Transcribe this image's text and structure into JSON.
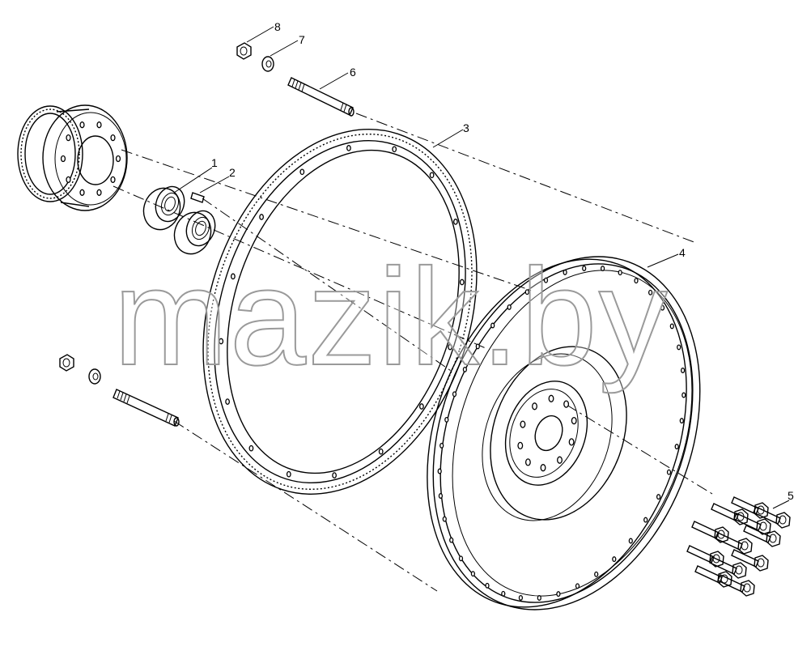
{
  "watermark": "mazik.by",
  "callouts": [
    {
      "id": "1",
      "label": "1"
    },
    {
      "id": "2",
      "label": "2"
    },
    {
      "id": "3",
      "label": "3"
    },
    {
      "id": "4",
      "label": "4"
    },
    {
      "id": "5",
      "label": "5"
    },
    {
      "id": "6",
      "label": "6"
    },
    {
      "id": "7",
      "label": "7"
    },
    {
      "id": "8",
      "label": "8"
    }
  ]
}
